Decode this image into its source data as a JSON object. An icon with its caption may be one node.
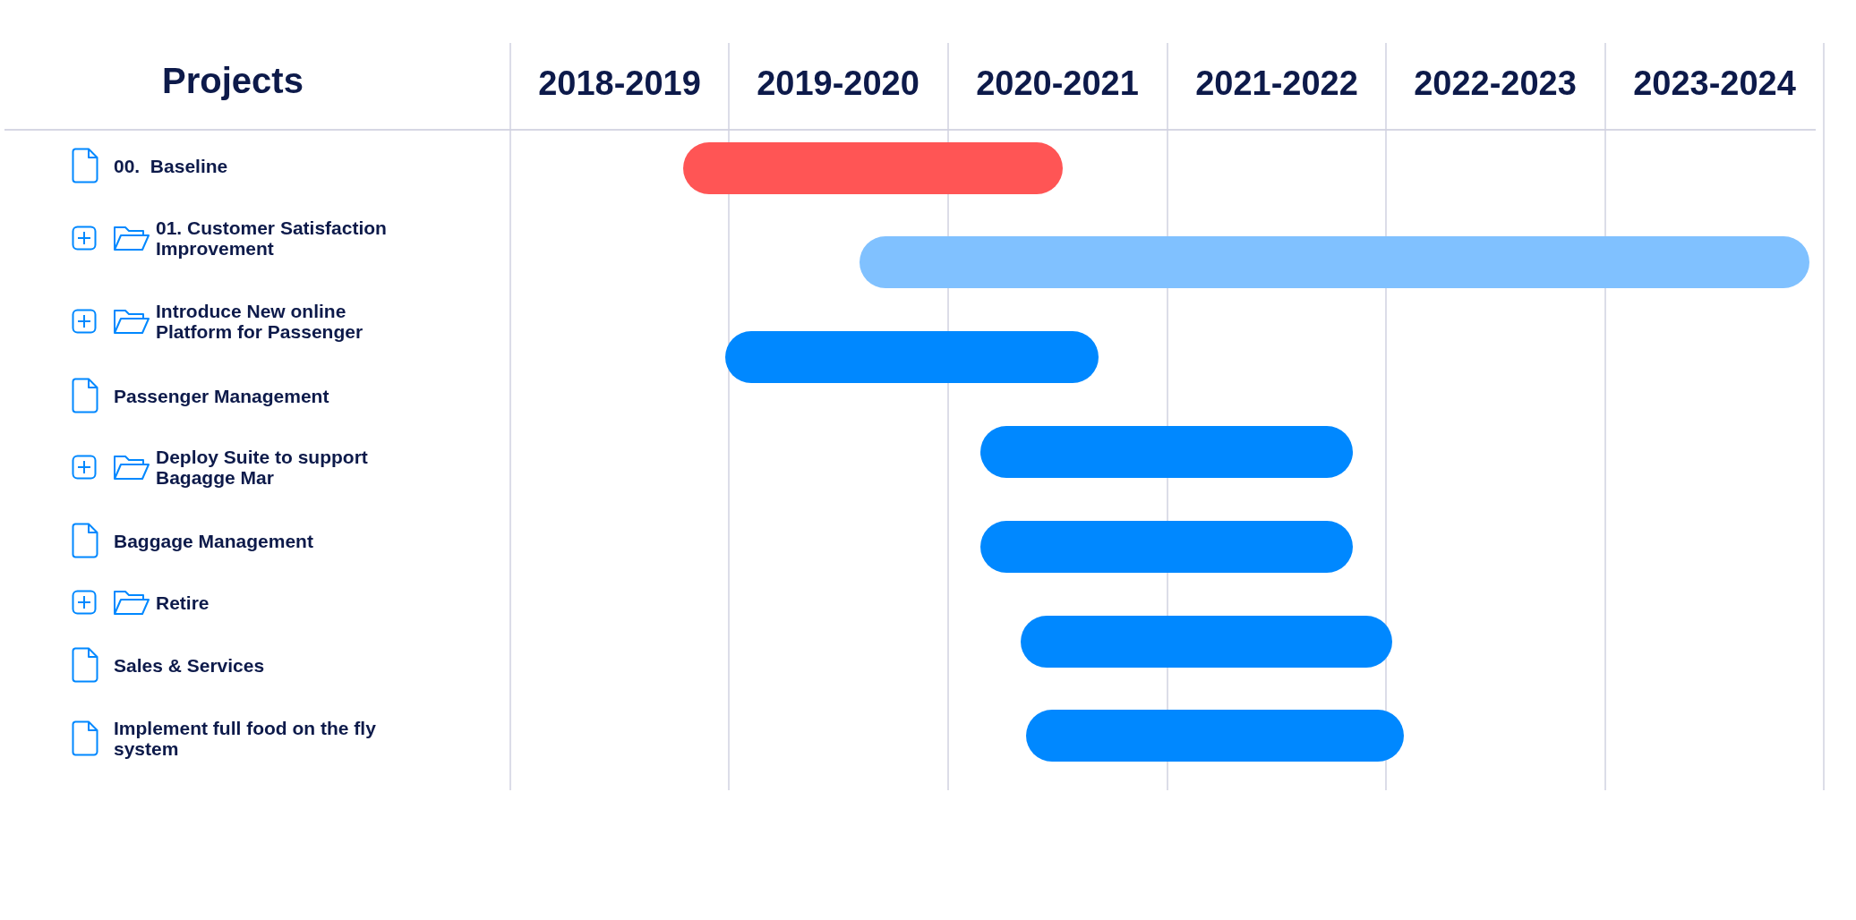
{
  "diagram": {
    "nodes": [
      {
        "text": [
          "00.  Baseline"
        ]
      },
      {
        "text": [
          "01. Customer Satisfaction Improvement"
        ]
      },
      {
        "text": [
          "Introduce New online Platform for Passenger"
        ]
      },
      {
        "text": [
          "Passenger Management"
        ]
      },
      {
        "text": [
          "Deploy Suite to support Bagagge Mar"
        ]
      },
      {
        "text": [
          "Baggage Management"
        ]
      },
      {
        "text": [
          "Retire"
        ]
      },
      {
        "text": [
          "Sales & Services"
        ]
      },
      {
        "text": [
          "Implement full food on the fly system"
        ]
      },
      {
        "text": [],
        "shape": "bar"
      },
      {
        "text": [],
        "shape": "bar"
      },
      {
        "text": [],
        "shape": "bar"
      },
      {
        "text": [],
        "shape": "bar"
      },
      {
        "text": [],
        "shape": "bar"
      },
      {
        "text": [],
        "shape": "bar"
      },
      {
        "text": [],
        "shape": "bar"
      }
    ],
    "labels": [
      "Projects",
      "2018-2019",
      "2019-2020",
      "2020-2021",
      "2021-2022",
      "2022-2023",
      "2023-2024"
    ]
  }
}
